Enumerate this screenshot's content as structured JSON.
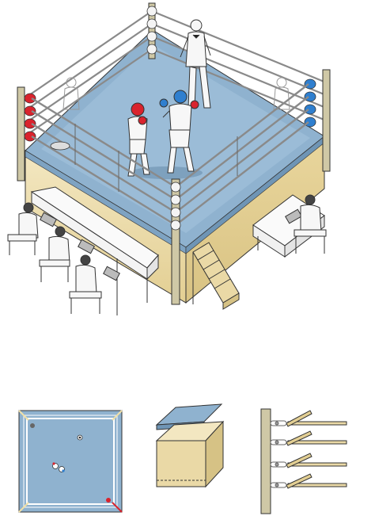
{
  "scene": {
    "subject": "boxing ring",
    "colors": {
      "mat": "#8fb2cf",
      "mat_light": "#a9c6de",
      "apron": "#ead9a6",
      "apron_light": "#f3e7c1",
      "rope": "#7e7e7e",
      "post": "#cfc8a6",
      "red_corner": "#d9232d",
      "blue_corner": "#2f7fcf",
      "table": "#f2f2f2",
      "outline": "#333333"
    }
  },
  "figures": [
    {
      "role": "referee"
    },
    {
      "role": "boxer",
      "headgear": "red"
    },
    {
      "role": "boxer",
      "headgear": "blue"
    },
    {
      "role": "judge"
    },
    {
      "role": "judge"
    },
    {
      "role": "judge"
    },
    {
      "role": "official"
    }
  ],
  "detail_diagrams": [
    {
      "name": "ring-plan-view"
    },
    {
      "name": "ring-platform-cross-section"
    },
    {
      "name": "corner-post-rope-attachment"
    }
  ]
}
